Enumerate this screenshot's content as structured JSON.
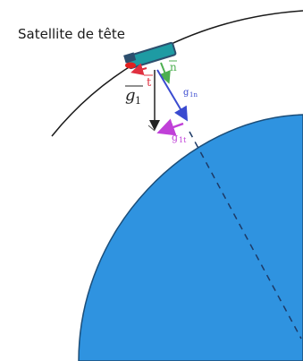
{
  "title": "Satellite de tête",
  "labels": {
    "t": "t",
    "n": "n",
    "g1": "g",
    "g1_sub": "1",
    "g1n": "g",
    "g1n_sub": "1n",
    "g1t": "g",
    "g1t_sub": "1t"
  },
  "colors": {
    "planet": "#2f93e0",
    "orbit": "#1a1a1a",
    "satellite_body": "#1e9ba3",
    "satellite_dark": "#2d4f6e",
    "red_marker": "#e02020",
    "tangent_vector": "#e03040",
    "normal_vector": "#4caf50",
    "g1n_vector": "#3a4bd0",
    "g1t_vector": "#c040d8",
    "g1_vector": "#222222",
    "dashed_line": "#1d3a66"
  }
}
